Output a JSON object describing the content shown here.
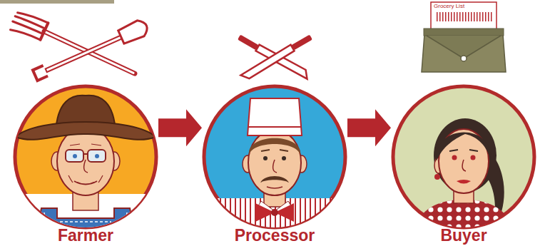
{
  "diagram": {
    "nodes": [
      {
        "text": [
          "Farmer"
        ]
      },
      {
        "text": [
          "Processor"
        ]
      },
      {
        "text": [
          "Buyer"
        ]
      }
    ],
    "edges": [
      {
        "from": 0,
        "to": 1,
        "arrow": "to"
      },
      {
        "from": 1,
        "to": 2,
        "arrow": "to"
      }
    ],
    "labels": [
      "Grocery List"
    ]
  }
}
